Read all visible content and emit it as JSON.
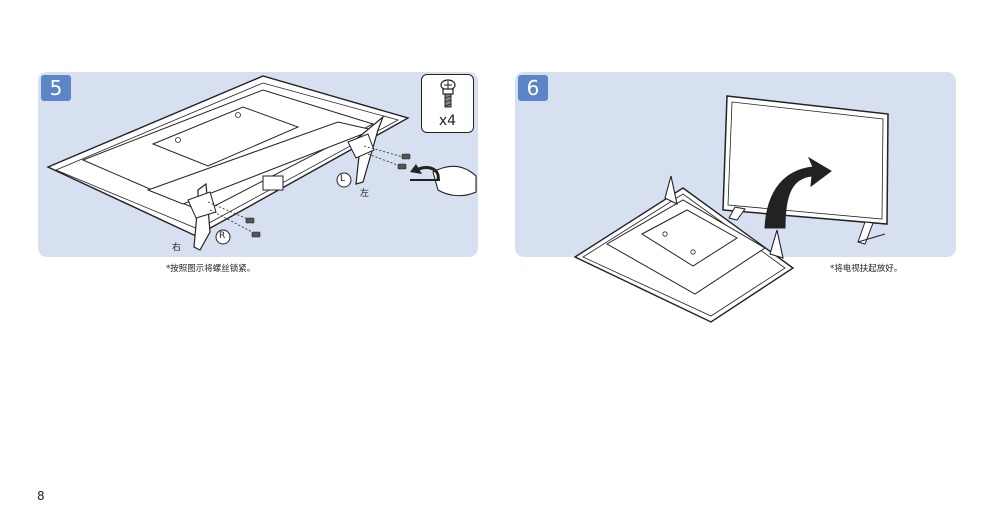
{
  "steps": [
    {
      "number": "5",
      "screw_count": "x4",
      "label_left": "左",
      "label_right": "右",
      "marker_left": "L",
      "marker_right": "R",
      "caption": "*按照图示将螺丝锁紧。"
    },
    {
      "number": "6",
      "caption": "*将电视扶起放好。"
    }
  ],
  "page_number": "8",
  "colors": {
    "panel_background": "#d7e0f0",
    "badge_background": "#5b85c7",
    "badge_text": "#ffffff"
  }
}
